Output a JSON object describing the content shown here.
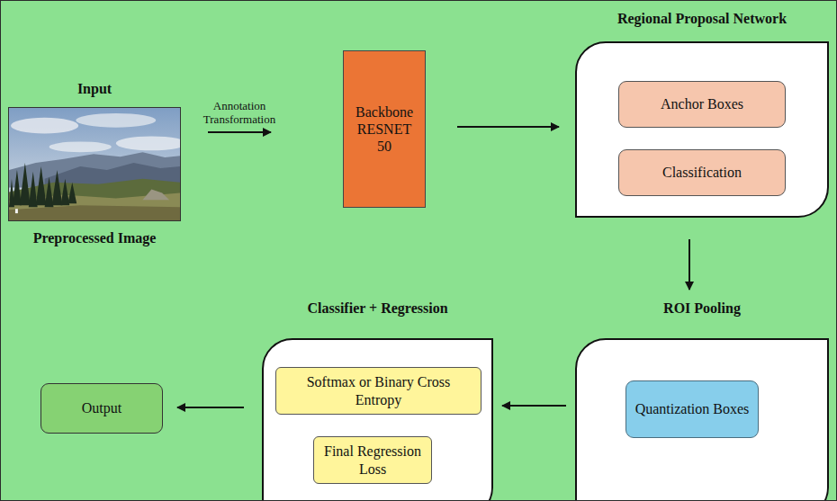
{
  "diagram": {
    "nodes": [
      {
        "text": [
          "Input",
          "Preprocessed Image"
        ]
      },
      {
        "text": [
          "Backbone RESNET 50"
        ]
      },
      {
        "text": [
          "Regional Proposal Network"
        ]
      },
      {
        "text": [
          "Anchor Boxes"
        ],
        "in": 2
      },
      {
        "text": [
          "Classification"
        ],
        "in": 2
      },
      {
        "text": [
          "ROI Pooling"
        ]
      },
      {
        "text": [
          "Quantization Boxes"
        ],
        "in": 5
      },
      {
        "text": [
          "Classifier + Regression"
        ]
      },
      {
        "text": [
          "Softmax or Binary Cross Entropy"
        ],
        "in": 7
      },
      {
        "text": [
          "Final Regression Loss"
        ],
        "in": 7
      },
      {
        "text": [
          "Output"
        ]
      }
    ],
    "edges": [
      {
        "from": 0,
        "to": 1,
        "label": "Annotation Transformation",
        "arrow": "to"
      },
      {
        "from": 1,
        "to": 2,
        "arrow": "to"
      },
      {
        "from": 2,
        "to": 5,
        "arrow": "to"
      },
      {
        "from": 5,
        "to": 7,
        "arrow": "to"
      },
      {
        "from": 7,
        "to": 10,
        "arrow": "to"
      }
    ]
  }
}
